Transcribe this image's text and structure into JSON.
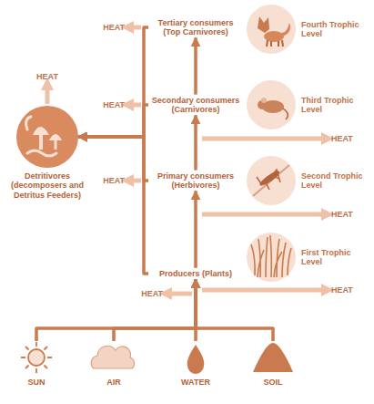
{
  "diagram": {
    "nodes": [
      {
        "text": [
          "Tertiary consumers (Top Carnivores)"
        ]
      },
      {
        "text": [
          "Fourth Trophic Level"
        ]
      },
      {
        "text": [
          "Secondary consumers (Carnivores)"
        ]
      },
      {
        "text": [
          "Third Trophic Level"
        ]
      },
      {
        "text": [
          "Detritivores (decomposers and Detritus Feeders)"
        ]
      },
      {
        "text": [
          "Primary consumers (Herbivores)"
        ]
      },
      {
        "text": [
          "Second Trophic Level"
        ]
      },
      {
        "text": [
          "Producers (Plants)"
        ]
      },
      {
        "text": [
          "First Trophic Level"
        ]
      },
      {
        "text": [
          "SUN"
        ]
      },
      {
        "text": [
          "AIR"
        ]
      },
      {
        "text": [
          "WATER"
        ]
      },
      {
        "text": [
          "SOIL"
        ]
      }
    ],
    "edges": [
      {
        "from": 9,
        "to": 7,
        "arrow": "to"
      },
      {
        "from": 10,
        "to": 7,
        "arrow": "to"
      },
      {
        "from": 11,
        "to": 7,
        "arrow": "to"
      },
      {
        "from": 12,
        "to": 7,
        "arrow": "to"
      },
      {
        "from": 7,
        "to": 5,
        "arrow": "to"
      },
      {
        "from": 5,
        "to": 2,
        "arrow": "to"
      },
      {
        "from": 2,
        "to": 0,
        "arrow": "to"
      },
      {
        "from": 0,
        "to": 4,
        "arrow": "to"
      },
      {
        "from": 2,
        "to": 4,
        "arrow": "to"
      },
      {
        "from": 5,
        "to": 4,
        "arrow": "to"
      },
      {
        "from": 7,
        "to": 4,
        "arrow": "to"
      }
    ],
    "labels": [
      "HEAT",
      "HEAT",
      "HEAT",
      "HEAT",
      "HEAT",
      "HEAT",
      "HEAT",
      "HEAT"
    ]
  }
}
